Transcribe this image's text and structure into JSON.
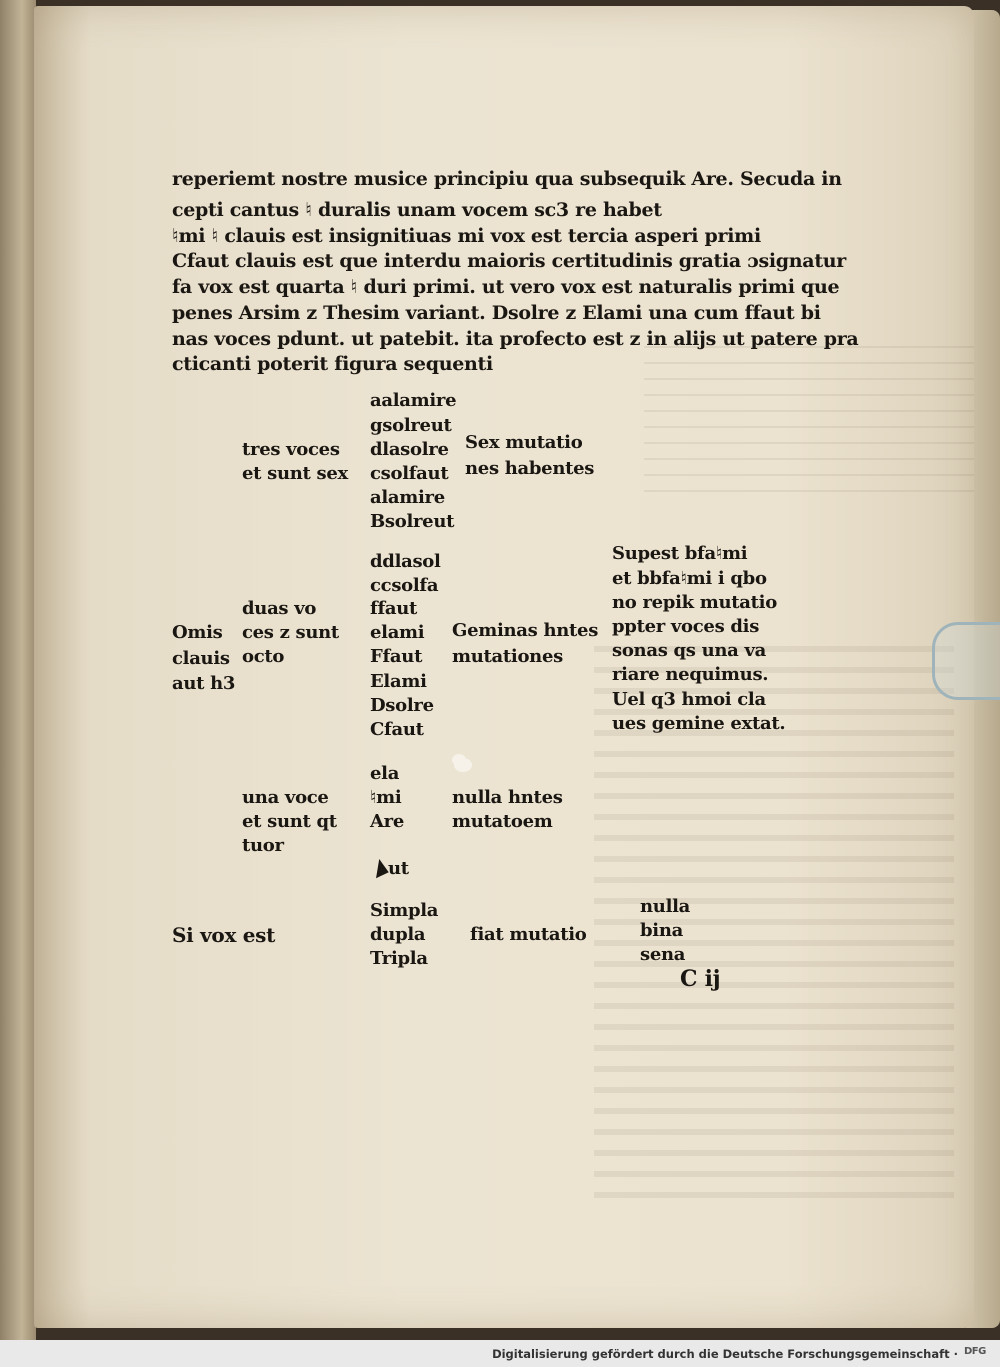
{
  "text_lines": [
    "reperiemt nostre musice principiu qua subsequik Are. Secuda in",
    "cepti cantus ♮ duralis unam vocem sc3 re habet",
    "♮mi ♮ clauis est insignitiuas mi vox est tercia asperi primi",
    "Cfaut clauis est que interdu maioris certitudinis gratia ɔsignatur",
    "fa vox est quarta ♮ duri primi. ut vero vox est naturalis primi que",
    "penes Arsim z Thesim variant. Dsolre z Elami una cum ffaut bi",
    "nas voces pdunt. ut patebit. ita profecto est z in alijs ut patere pra",
    "cticanti poterit figura sequenti"
  ],
  "chart": {
    "keys_three": [
      "aalamire",
      "gsolreut",
      "dlasolre",
      "csolfaut",
      "alamire",
      "Bsolreut"
    ],
    "tres_voces": [
      "tres voces",
      "et sunt sex"
    ],
    "sex_mutationes": [
      "Sex mutatio",
      "nes habentes"
    ],
    "keys_two": [
      "ddlasol",
      "ccsolfa",
      "ffaut",
      "elami",
      "Ffaut",
      "Elami",
      "Dsolre",
      "Cfaut"
    ],
    "duas_voces": [
      "duas vo",
      "ces z sunt",
      "octo"
    ],
    "omnis_clauis": [
      "Omis",
      "clauis",
      "aut h3"
    ],
    "geminas": [
      "Geminas hntes",
      "mutationes"
    ],
    "note_right": [
      "Supest bfa♮mi",
      "et bbfa♮mi i qbo",
      "no repik mutatio",
      "ppter voces dis",
      "sonas qs una va",
      "riare nequimus.",
      "Uel q3 hmoi cla",
      "ues gemine extat."
    ],
    "keys_one": [
      "ela",
      "♮mi",
      "Are"
    ],
    "unam_vocem": [
      "una voce",
      "et sunt qt",
      "tuor"
    ],
    "nullam": [
      "nulla hntes",
      "mutatoem"
    ],
    "ut_label": "ut",
    "si_vox": "Si vox est",
    "simpla": [
      "Simpla",
      "dupla",
      "Tripla"
    ],
    "fiat": "fiat mutatio",
    "nulla_bina": [
      "nulla",
      "bina",
      "sena"
    ],
    "signature": "C ij"
  },
  "footer": {
    "text": "Digitalisierung gefördert durch die Deutsche Forschungsgemeinschaft ·",
    "logo": "DFG"
  }
}
